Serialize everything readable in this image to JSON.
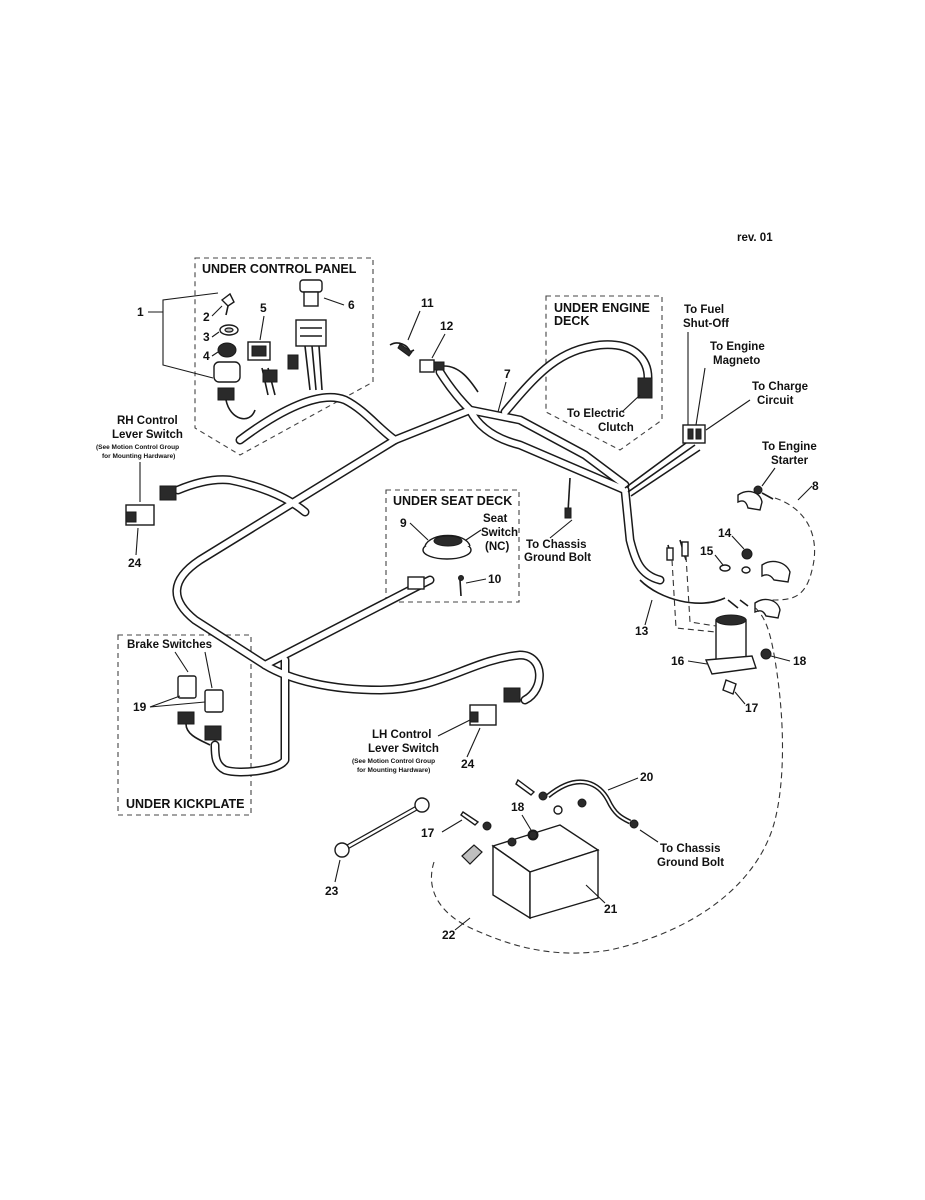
{
  "revision": "rev. 01",
  "regions": {
    "control_panel": "UNDER CONTROL PANEL",
    "engine_deck": [
      "UNDER ENGINE",
      "DECK"
    ],
    "seat_deck": "UNDER SEAT DECK",
    "kickplate": "UNDER KICKPLATE",
    "brake": "Brake Switches"
  },
  "labels": {
    "rh_control": [
      "RH Control",
      "Lever Switch"
    ],
    "rh_note": [
      "(See Motion Control Group",
      "for Mounting Hardware)"
    ],
    "lh_control": [
      "LH Control",
      "Lever Switch"
    ],
    "lh_note": [
      "(See Motion Control Group",
      "for Mounting Hardware)"
    ],
    "seat_switch": [
      "Seat",
      "Switch",
      "(NC)"
    ],
    "chassis_ground_1": [
      "To Chassis",
      "Ground Bolt"
    ],
    "chassis_ground_2": [
      "To Chassis",
      "Ground Bolt"
    ],
    "electric_clutch": [
      "To Electric",
      "Clutch"
    ],
    "fuel_shutoff": [
      "To Fuel",
      "Shut-Off"
    ],
    "engine_magneto": [
      "To Engine",
      "Magneto"
    ],
    "charge_circuit": [
      "To Charge",
      "Circuit"
    ],
    "engine_starter": [
      "To Engine",
      "Starter"
    ]
  },
  "part_numbers": {
    "p1": "1",
    "p2": "2",
    "p3": "3",
    "p4": "4",
    "p5": "5",
    "p6": "6",
    "p7": "7",
    "p8": "8",
    "p9": "9",
    "p10": "10",
    "p11": "11",
    "p12": "12",
    "p13": "13",
    "p14": "14",
    "p15": "15",
    "p16": "16",
    "p17a": "17",
    "p17b": "17",
    "p18a": "18",
    "p18b": "18",
    "p19": "19",
    "p20": "20",
    "p21": "21",
    "p22": "22",
    "p23": "23",
    "p24a": "24",
    "p24b": "24"
  }
}
